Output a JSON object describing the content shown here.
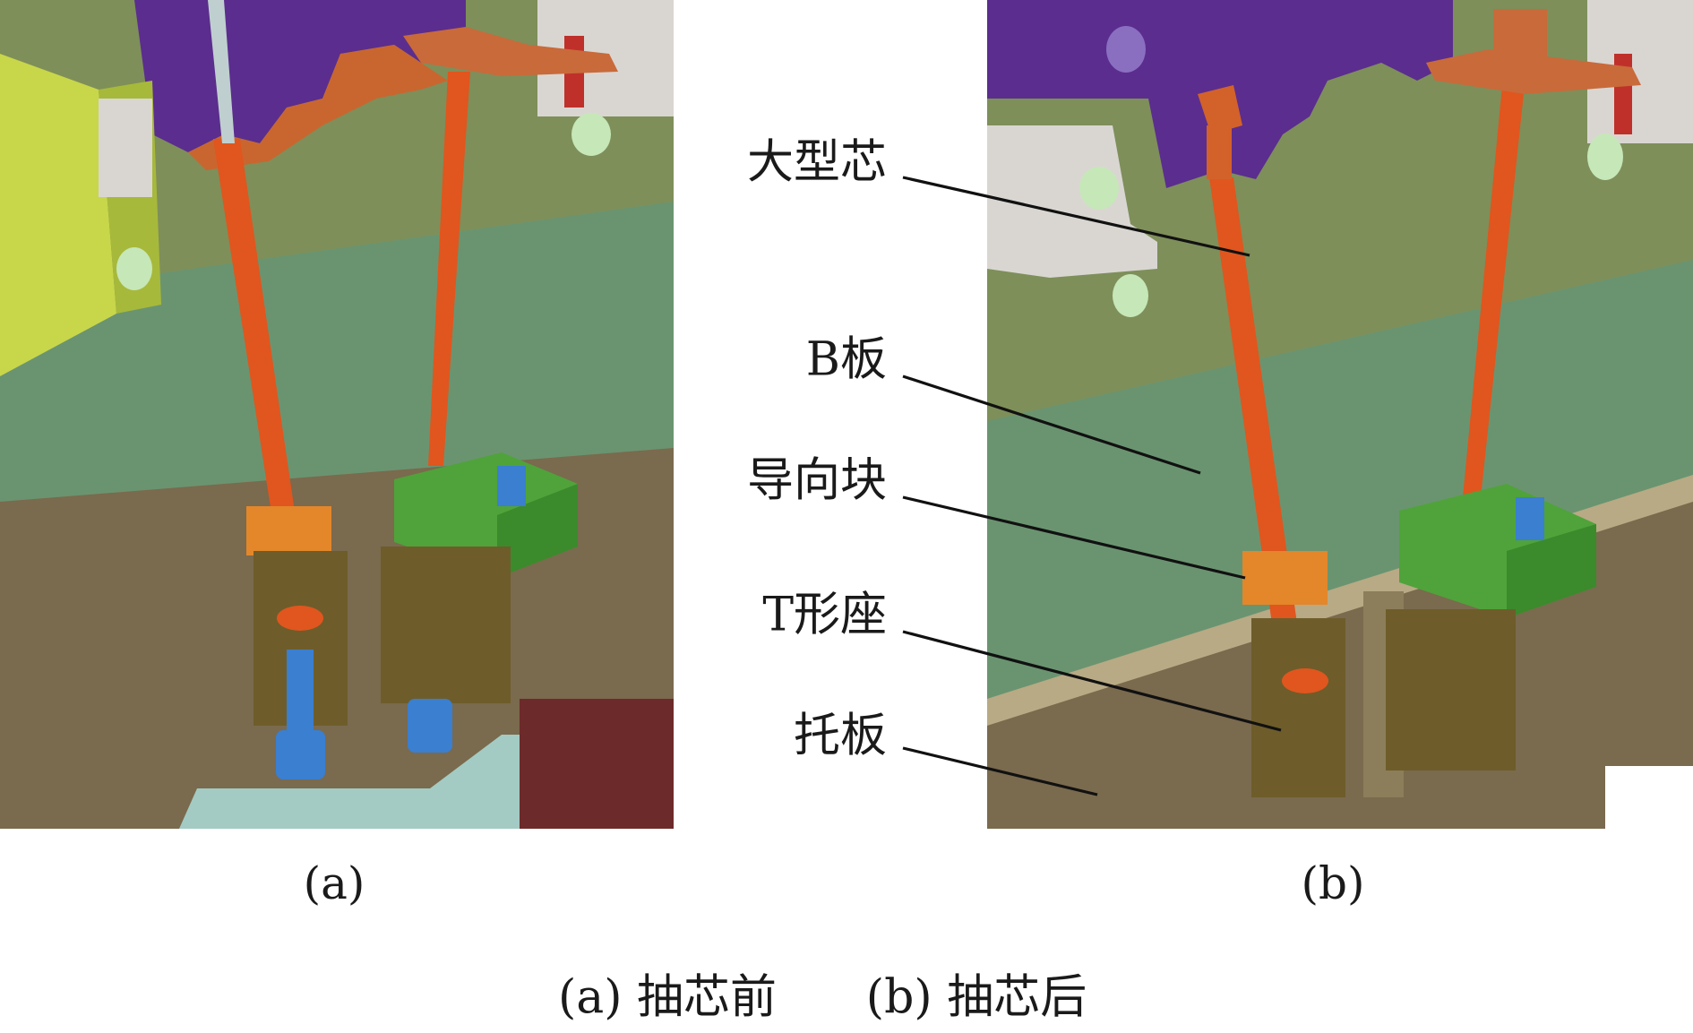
{
  "figure": {
    "callouts": [
      {
        "id": "large-core",
        "label": "大型芯"
      },
      {
        "id": "b-plate",
        "label": "B板"
      },
      {
        "id": "guide-block",
        "label": "导向块"
      },
      {
        "id": "t-seat",
        "label": "T形座"
      },
      {
        "id": "support-plate",
        "label": "托板"
      }
    ],
    "panel_a_label": "(a)",
    "panel_b_label": "(b)",
    "caption_a": "(a) 抽芯前",
    "caption_b": "(b) 抽芯后"
  },
  "colors": {
    "purple": "#5b2d8e",
    "green_plate": "#6f9a6a",
    "olive_plate": "#7e8f5a",
    "brown_plate": "#7a6a4e",
    "orange_core": "#e0561e",
    "guide_block": "#e3872a",
    "t_seat": "#6e5d2a",
    "green_block": "#4fa33a",
    "yellow_block": "#c8d64a",
    "blue_pin": "#3a7fd0"
  }
}
